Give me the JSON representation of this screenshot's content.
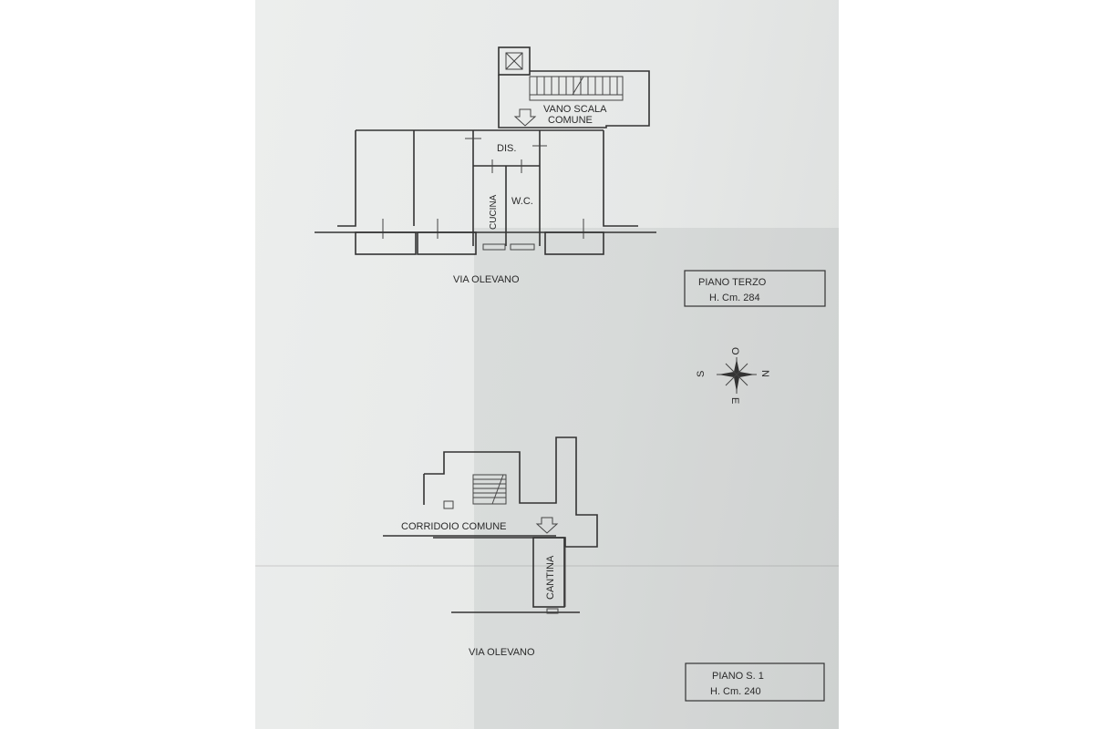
{
  "upper_plan": {
    "stair_label_line1": "VANO SCALA",
    "stair_label_line2": "COMUNE",
    "room_dis": "DIS.",
    "room_kitchen": "CUCINA",
    "room_wc": "W.C.",
    "street": "VIA OLEVANO",
    "title_box": {
      "line1": "PIANO TERZO",
      "line2": "H. Cm. 284"
    }
  },
  "compass": {
    "north": "N",
    "south": "S",
    "east": "E",
    "west": "O"
  },
  "lower_plan": {
    "corridor_label": "CORRIDOIO COMUNE",
    "cellar_label": "CANTINA",
    "street": "VIA OLEVANO",
    "title_box": {
      "line1": "PIANO S. 1",
      "line2": "H. Cm. 240"
    }
  }
}
